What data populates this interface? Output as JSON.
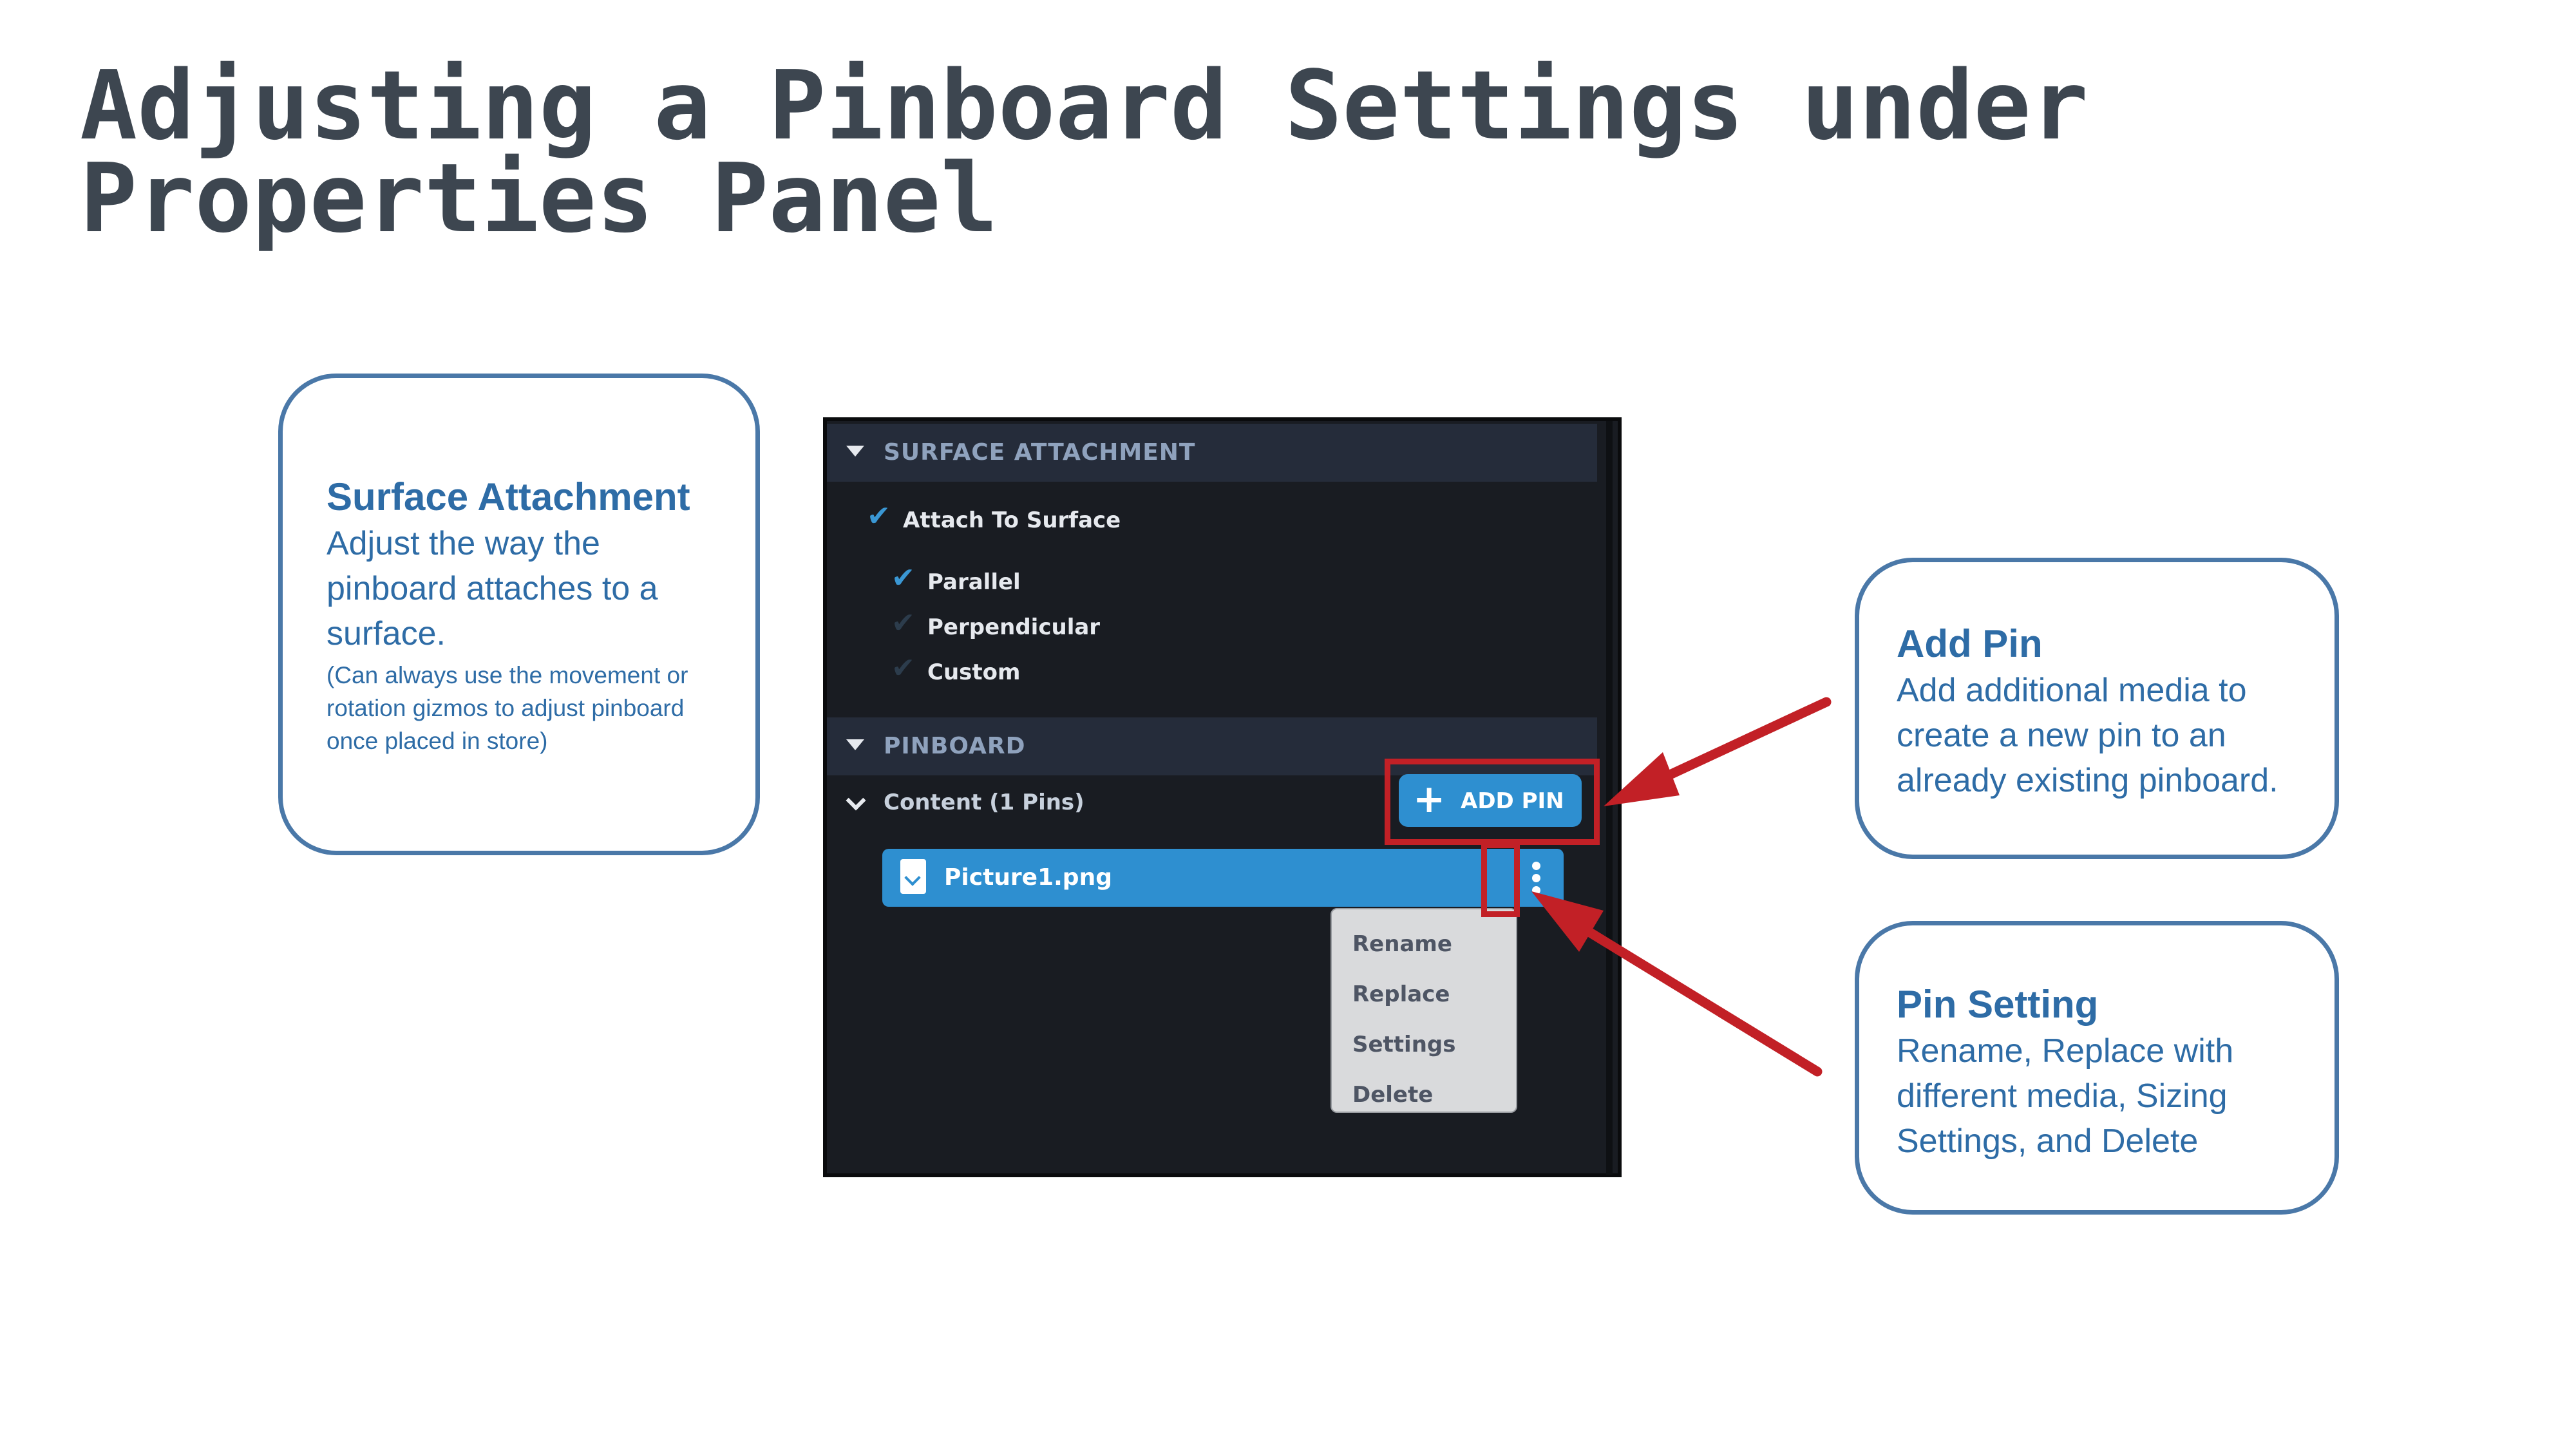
{
  "slide": {
    "title": "Adjusting a Pinboard Settings under Properties Panel"
  },
  "callouts": {
    "surface": {
      "heading": "Surface Attachment",
      "body": "Adjust the way the pinboard attaches to a surface.",
      "note": "(Can always use the movement or rotation gizmos to adjust pinboard once placed in store)"
    },
    "add_pin": {
      "heading": "Add Pin",
      "body": "Add additional media to create a new pin to an already existing pinboard."
    },
    "pin_setting": {
      "heading": "Pin Setting",
      "body": "Rename, Replace with different media, Sizing Settings, and Delete"
    }
  },
  "panel": {
    "surface_section": {
      "label": "SURFACE ATTACHMENT",
      "attach_to_surface": {
        "label": "Attach To Surface",
        "checked": true
      },
      "options": [
        {
          "label": "Parallel",
          "checked": true
        },
        {
          "label": "Perpendicular",
          "checked": false
        },
        {
          "label": "Custom",
          "checked": false
        }
      ]
    },
    "pinboard_section": {
      "label": "PINBOARD",
      "content_label": "Content (1 Pins)",
      "add_pin_label": "ADD PIN",
      "pin": {
        "file_name": "Picture1.png"
      },
      "context_menu": [
        "Rename",
        "Replace",
        "Settings",
        "Delete"
      ]
    }
  },
  "colors": {
    "accent_blue": "#2e8fd0",
    "callout_text": "#2e6ca6",
    "highlight_red": "#c22026",
    "panel_bg": "#191c22",
    "section_header_bg": "#252c3a"
  },
  "icons": {
    "check": "checkmark-icon",
    "collapse": "triangle-down-icon",
    "add": "plus-icon",
    "file": "image-file-icon",
    "more": "kebab-icon"
  }
}
